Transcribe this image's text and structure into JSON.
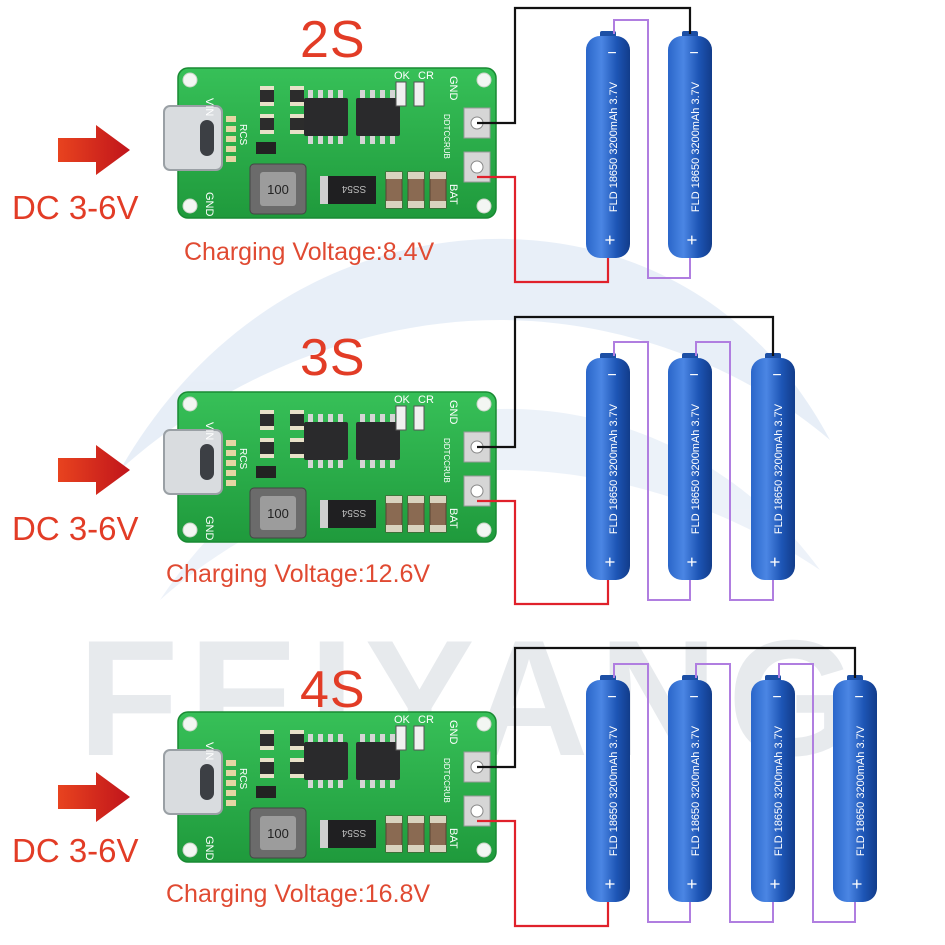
{
  "watermark": "FEIYANG",
  "configs": [
    {
      "title": "2S",
      "input_label": "DC 3-6V",
      "charging_label": "Charging Voltage:8.4V",
      "cells": 2
    },
    {
      "title": "3S",
      "input_label": "DC 3-6V",
      "charging_label": "Charging Voltage:12.6V",
      "cells": 3
    },
    {
      "title": "4S",
      "input_label": "DC 3-6V",
      "charging_label": "Charging Voltage:16.8V",
      "cells": 4
    }
  ],
  "board": {
    "vin": "VIN",
    "ok": "OK",
    "cr": "CR",
    "gnd": "GND",
    "rcs": "RCS",
    "ddtccrub": "DDTCCRUB",
    "bat": "BAT",
    "inductor": "100",
    "diode": "SS54"
  },
  "battery": {
    "label": "FLD 18650 3200mAh 3.7V",
    "plus": "+",
    "minus": "−"
  },
  "colors": {
    "title_red": "#e23c26",
    "board_green": "#2bb04a",
    "battery_blue": "#1f63c8",
    "wire_black": "#111111",
    "wire_red": "#e0212b",
    "wire_purple": "#b07ee0"
  }
}
